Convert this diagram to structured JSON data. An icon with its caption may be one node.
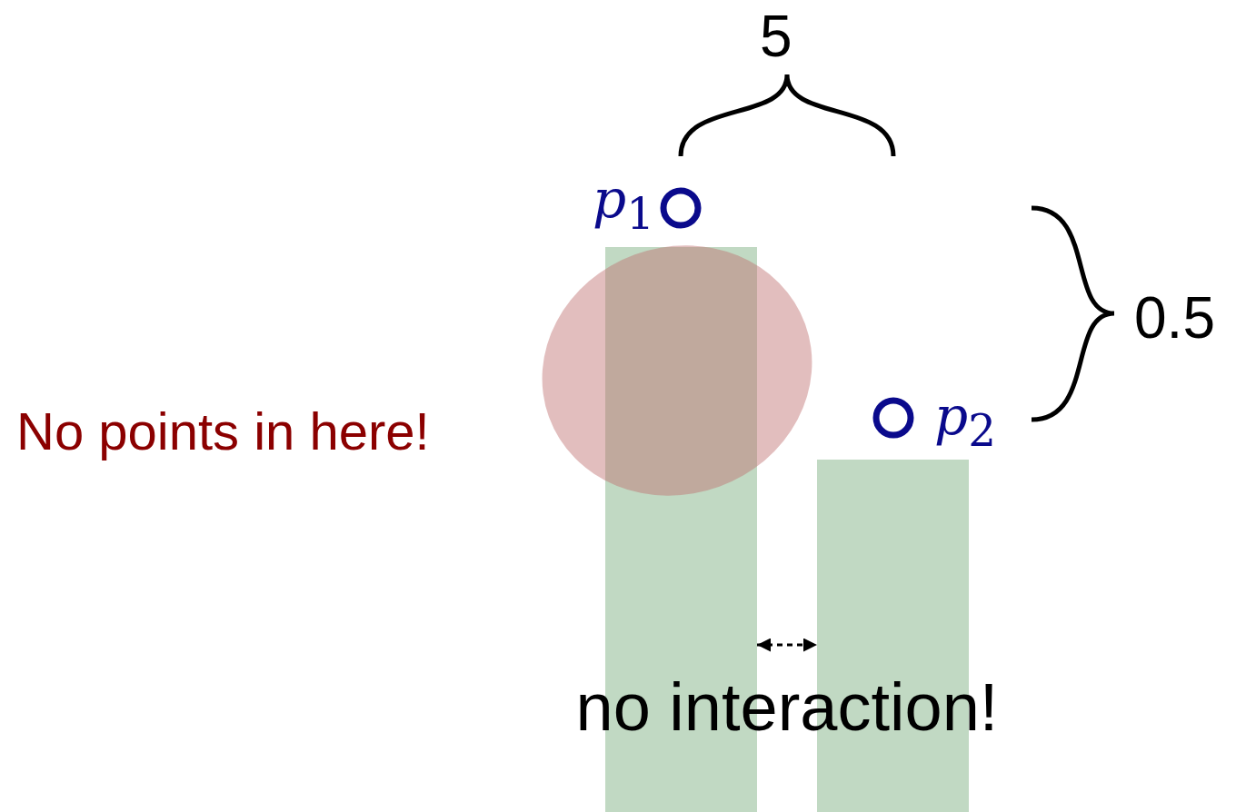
{
  "diagram": {
    "nodes": [
      {
        "text": [],
        "shape": "bar"
      },
      {
        "text": [],
        "shape": "bar"
      },
      {
        "text": [],
        "shape": "circle",
        "beside": [
          "*p*$_{1}$"
        ]
      },
      {
        "text": [],
        "shape": "circle",
        "beside": [
          "*p*$_{2}$"
        ]
      },
      {
        "text": [],
        "shape": "cloud",
        "beside": [
          "No points in here!"
        ]
      }
    ],
    "edges": [
      {
        "from": 0,
        "to": 1,
        "arrow": "both",
        "style": "dashed",
        "label": "no interaction!"
      }
    ],
    "labels": [
      "5",
      "0.5"
    ]
  }
}
